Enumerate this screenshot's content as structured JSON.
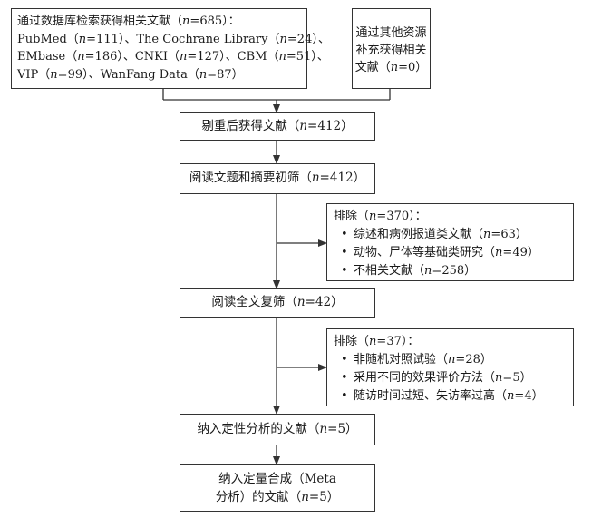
{
  "boxes": {
    "db_search": {
      "lines": [
        "通过数据库检索获得相关文献（n=685）：",
        "PubMed（n=111）、The Cochrane Library（n=24）、",
        "EMbase（n=186）、CNKI（n=127）、CBM（n=51）、",
        "VIP（n=99）、WanFang Data（n=87）"
      ]
    },
    "other_sources": {
      "lines": [
        "通过其他资源",
        "补充获得相关",
        "文献（n=0）"
      ]
    },
    "after_dedup": {
      "text": "剔重后获得文献（n=412）"
    },
    "title_abstract": {
      "text": "阅读文题和摘要初筛（n=412）"
    },
    "excluded_1": {
      "title": "排除（n=370）：",
      "items": [
        "综述和病例报道类文献（n=63）",
        "动物、尸体等基础类研究（n=49）",
        "不相关文献（n=258）"
      ]
    },
    "fulltext": {
      "text": "阅读全文复筛（n=42）"
    },
    "excluded_2": {
      "title": "排除（n=37）：",
      "items": [
        "非随机对照试验（n=28）",
        "采用不同的效果评价方法（n=5）",
        "随访时间过短、失访率过高（n=4）"
      ]
    },
    "qualitative": {
      "text": "纳入定性分析的文献（n=5）"
    },
    "quantitative": {
      "lines": [
        "纳入定量合成（Meta",
        "分析）的文献（n=5）"
      ]
    }
  }
}
